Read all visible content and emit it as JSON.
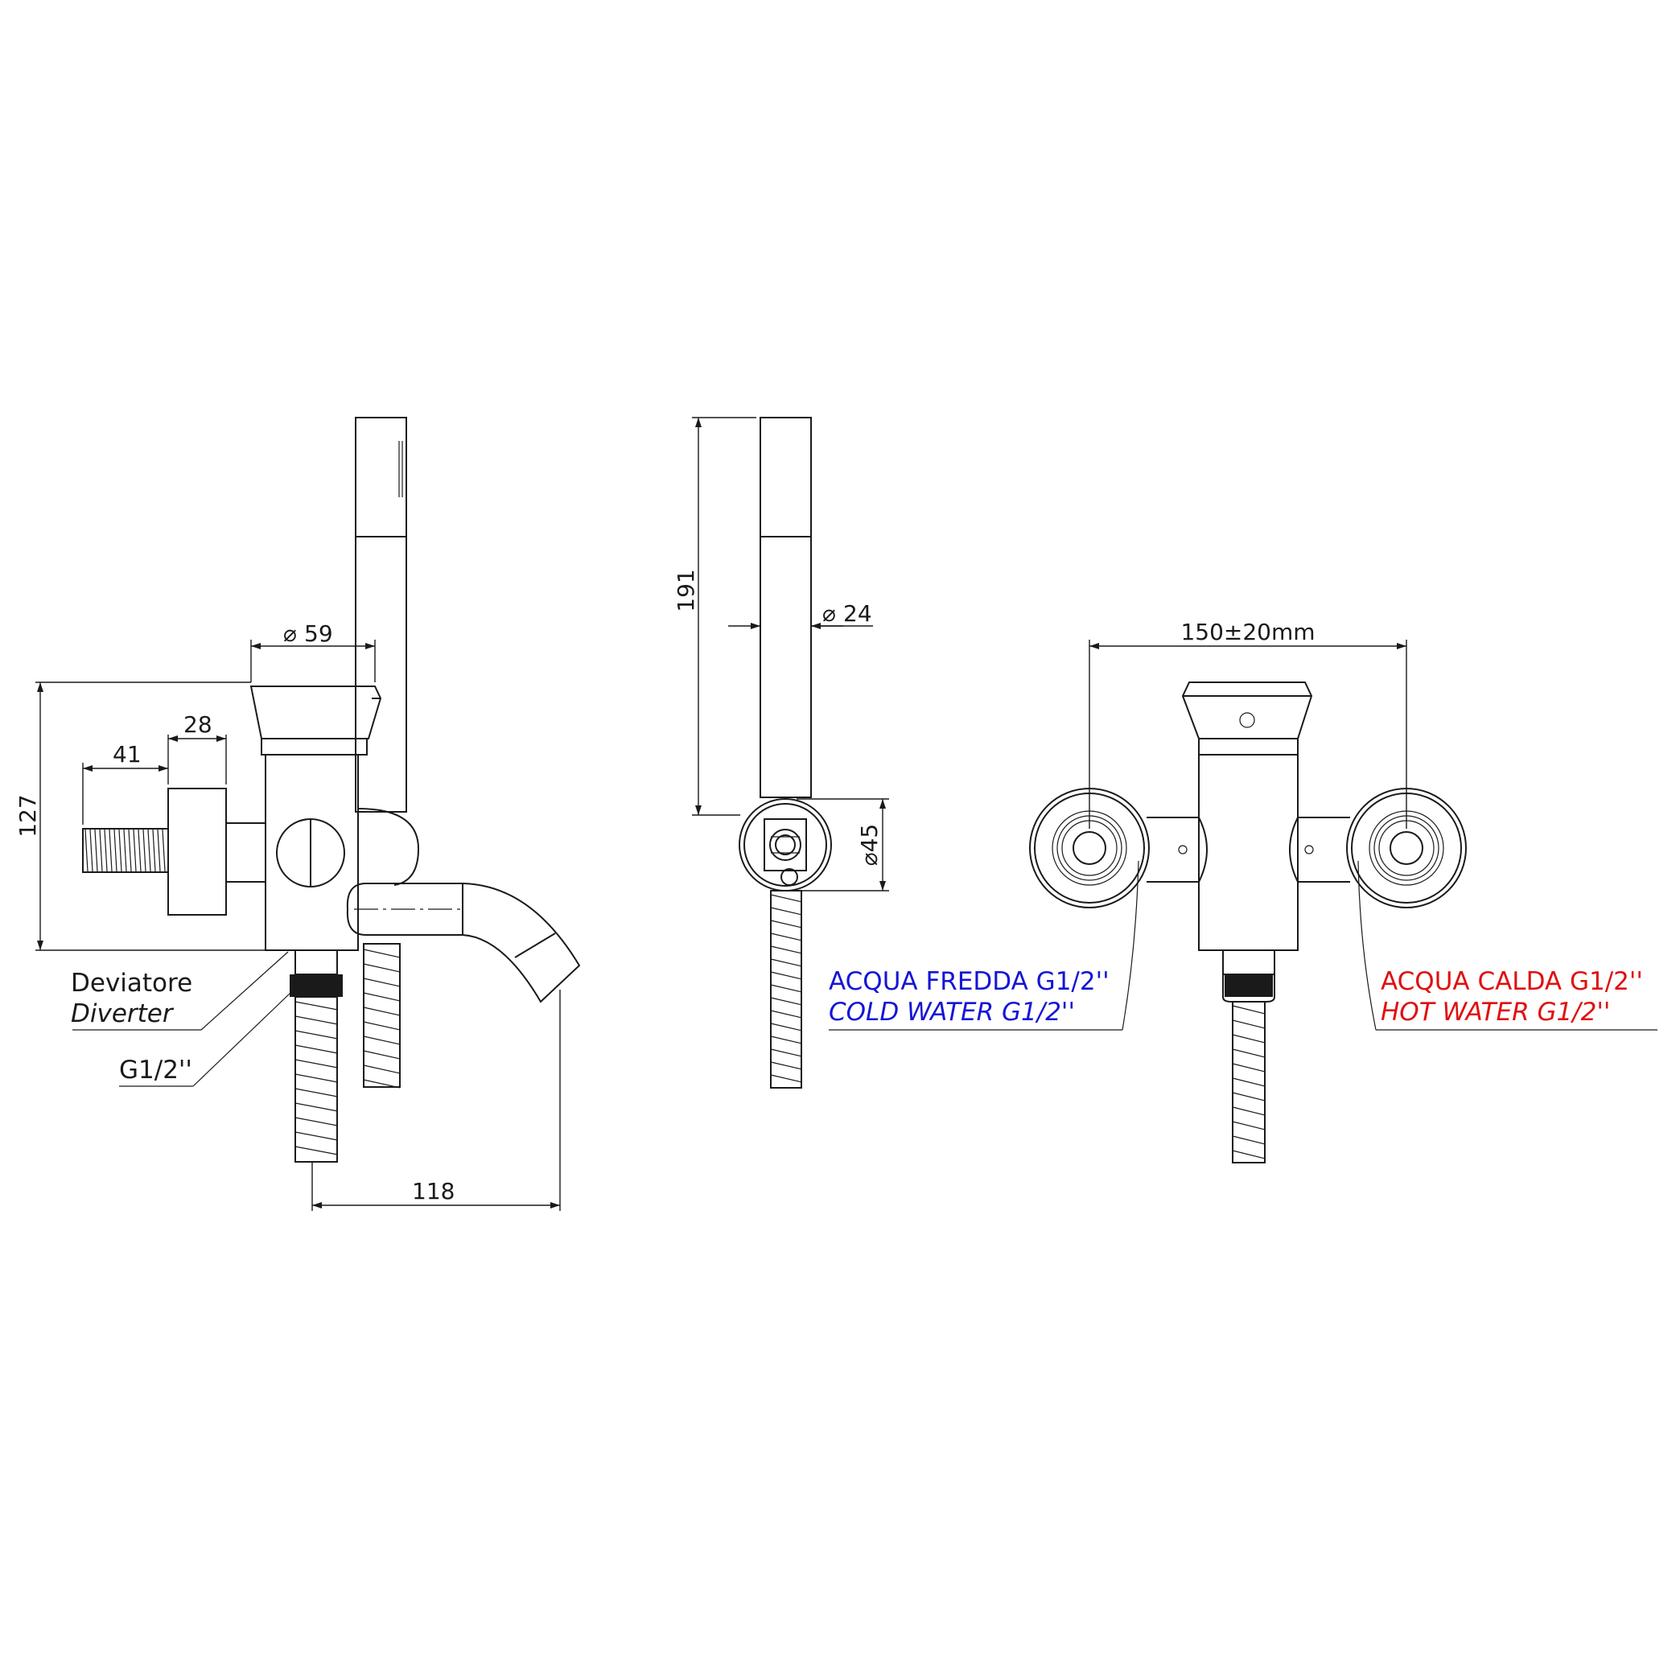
{
  "dimensions": {
    "diameter_59": "59",
    "len_28": "28",
    "len_41": "41",
    "height_127": "127",
    "len_118": "118",
    "height_191": "191",
    "diameter_24": "24",
    "diameter_45": "45",
    "spacing": "150±20mm",
    "diameter_symbol": "⌀"
  },
  "labels": {
    "diverter_it": "Deviatore",
    "diverter_en": "Diverter",
    "inlet": "G1/2''",
    "cold_it": "ACQUA FREDDA G1/2''",
    "cold_en": "COLD WATER G1/2''",
    "hot_it": "ACQUA CALDA G1/2''",
    "hot_en": "HOT WATER G1/2''"
  },
  "colors": {
    "line": "#1a1a1a",
    "cold": "#1515d6",
    "hot": "#e01010"
  }
}
